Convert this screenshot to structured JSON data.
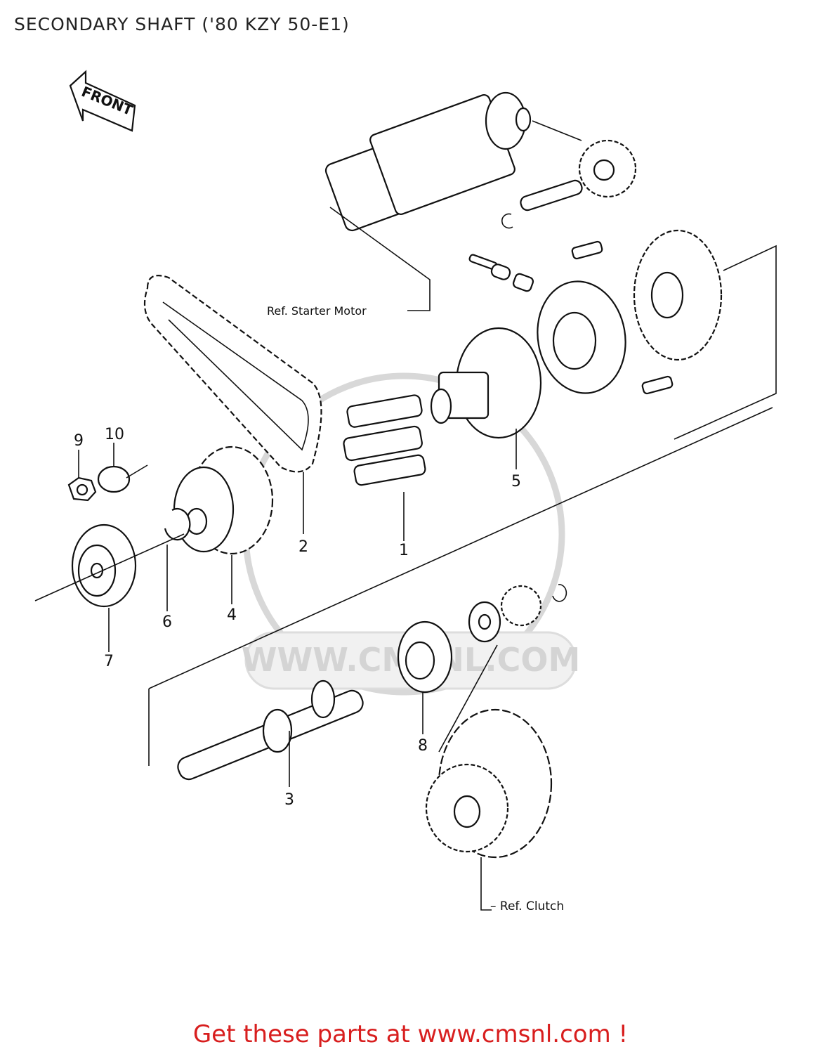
{
  "title": "SECONDARY SHAFT ('80 KZY 50-E1)",
  "front_arrow": "FRONT",
  "references": {
    "starter_motor": "Ref.  Starter Motor",
    "clutch": "– Ref.  Clutch"
  },
  "callouts": {
    "c1": "1",
    "c2": "2",
    "c3": "3",
    "c4": "4",
    "c5": "5",
    "c6": "6",
    "c7": "7",
    "c8": "8",
    "c9": "9",
    "c10": "10"
  },
  "watermark": "WWW.CMSNL.COM",
  "footer": "Get these parts at www.cmsnl.com !",
  "colors": {
    "footer_text": "#d81e1e",
    "ink": "#111111",
    "watermark": "#d8d8d8"
  }
}
